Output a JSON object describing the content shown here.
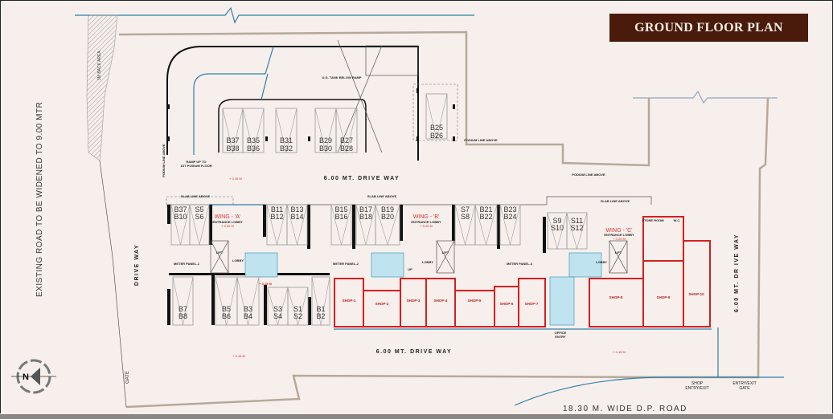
{
  "title": "GROUND FLOOR PLAN",
  "colors": {
    "title_bg": "#4a1a0a",
    "shop_outline": "#d61f1f",
    "boundary": "#b7a999",
    "water_line": "#2f7fa8",
    "background": "#f6efec"
  },
  "labels": {
    "existing_road": "EXISTING    ROAD TO BE WIDENED   TO 9.00 MTR",
    "back_area": "3M BACK AREA",
    "drive_way_left": "DRIVE  WAY",
    "drive_way_top": "6.00 MT. DRIVE  WAY",
    "drive_way_bottom": "6.00 MT. DRIVE  WAY",
    "drive_way_right": "6.00 MT. DR IVE  WAY",
    "dp_road": "18.30 M. WIDE  D.P. ROAD",
    "gate": "GATE",
    "shop_entry_1": "SHOP",
    "shop_entry_2": "ENTRY/EXIT",
    "entry_gate_1": "ENTRY/EXIT",
    "entry_gate_2": "GATE",
    "ramp_1": "RAMP UP TO",
    "ramp_2": "1ST PODIUM FLOOR",
    "ug_tank": "U.G. TANK BELOW RAMP",
    "podium_line": "PODIUM LINE ABOVE",
    "slab_line": "SLAB LINE ABOVE",
    "office_entry_1": "OFFICE",
    "office_entry_2": "ENTRY",
    "level": "+ 0.15 M",
    "compass": "N"
  },
  "wings": [
    {
      "name": "WING - 'A'",
      "sub": "ENTRANCE LOBBY",
      "level": "+ 0.20 M"
    },
    {
      "name": "WING - 'B'",
      "sub": "ENTRANCE LOBBY",
      "level": "+ 0.20 M"
    },
    {
      "name": "WING - 'C'",
      "sub": "ENTRANCE LOBBY",
      "level": "+ 0.20 M"
    }
  ],
  "rooms": {
    "meter_panel_1": "METER PANEL-1",
    "meter_panel_2": "METER PANEL-2",
    "meter_panel_3": "METER PANEL-3",
    "lobby": "LOBBY",
    "lift": "LIFT",
    "up": "UP",
    "store_room": "STORE ROOM",
    "wc": "W.C."
  },
  "parking": {
    "top": [
      [
        "B37",
        "B38"
      ],
      [
        "B35",
        "B36"
      ],
      [
        "B31",
        "B32"
      ],
      [
        "B29",
        "B30"
      ],
      [
        "B27",
        "B28"
      ],
      [
        "B25",
        "B26"
      ]
    ],
    "middle": [
      [
        "B37",
        "B10"
      ],
      [
        "S5",
        "S6"
      ],
      [
        "B11",
        "B12"
      ],
      [
        "B13",
        "B14"
      ],
      [
        "B15",
        "B16"
      ],
      [
        "B17",
        "B18"
      ],
      [
        "B19",
        "B20"
      ],
      [
        "S7",
        "S8"
      ],
      [
        "B21",
        "B22"
      ],
      [
        "B23",
        "B24"
      ],
      [
        "S9",
        "S10"
      ],
      [
        "S11",
        "S12"
      ]
    ],
    "bottom": [
      [
        "B7",
        "B8"
      ],
      [
        "B5",
        "B6"
      ],
      [
        "B3",
        "B4"
      ],
      [
        "S3",
        "S4"
      ],
      [
        "S1",
        "S2"
      ],
      [
        "B1",
        "B2"
      ]
    ]
  },
  "shops": [
    "SHOP-1",
    "SHOP-2",
    "SHOP-3",
    "SHOP-4",
    "SHOP-5",
    "SHOP-6",
    "SHOP-7",
    "SHOP-8",
    "SHOP-9",
    "SHOP-10"
  ]
}
